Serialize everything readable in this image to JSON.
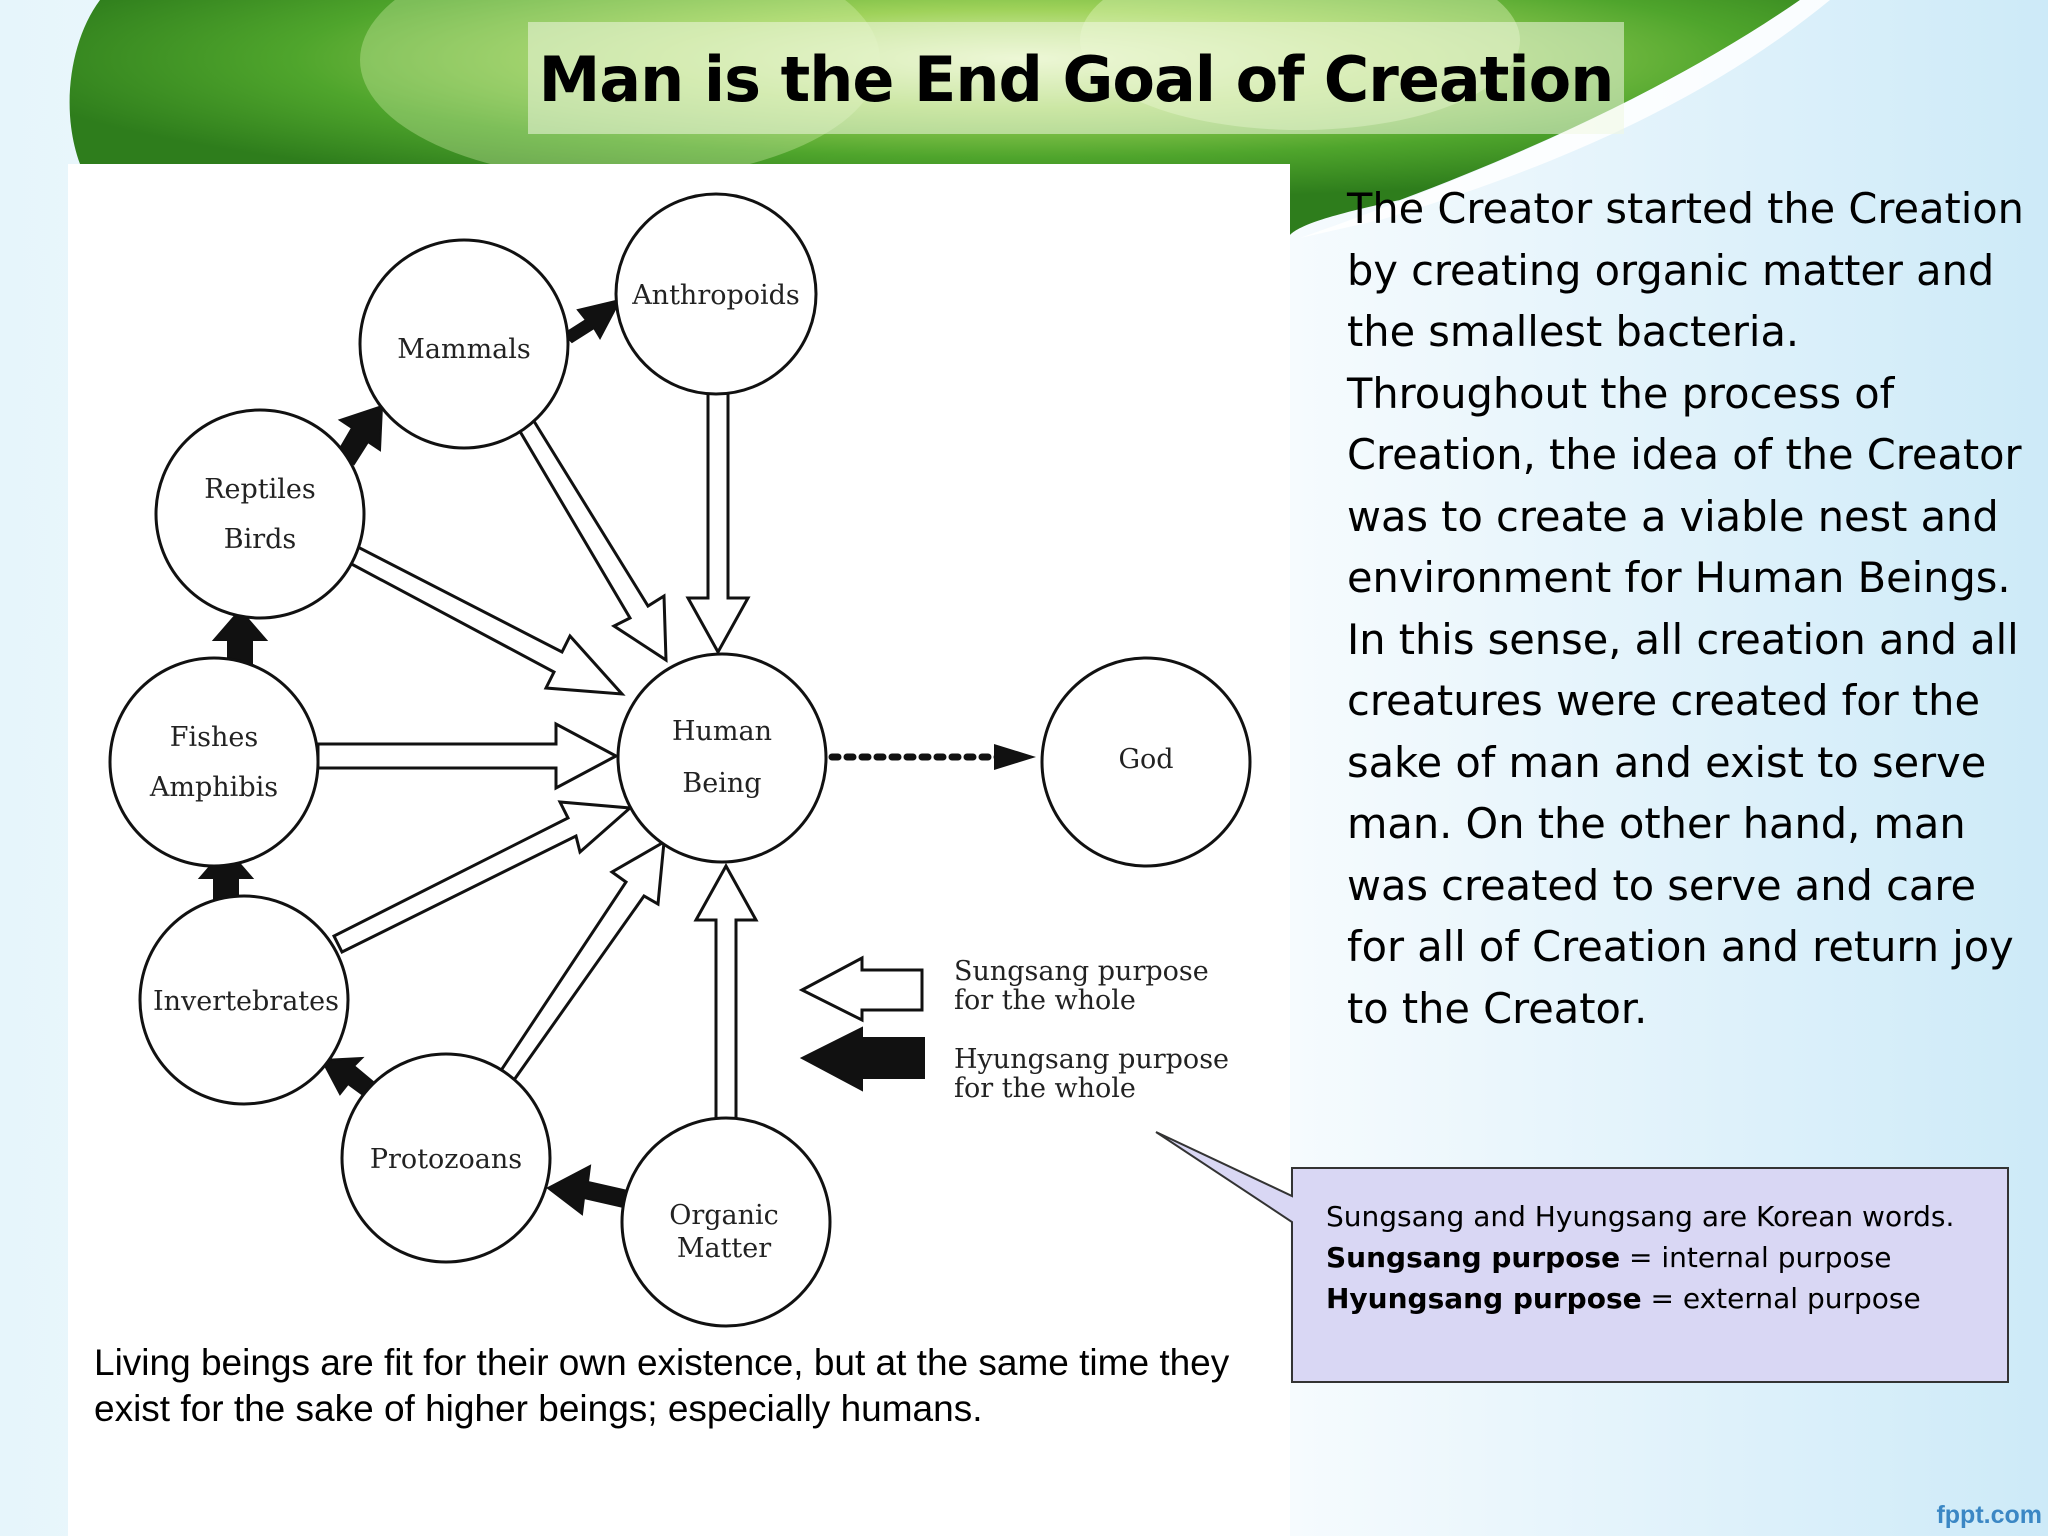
{
  "slide": {
    "title": "Man is the End Goal of Creation",
    "footer": "fppt.com"
  },
  "diagram": {
    "nodes": {
      "anthropoids": "Anthropoids",
      "mammals": "Mammals",
      "reptiles": "Reptiles",
      "birds": "Birds",
      "fishes": "Fishes",
      "amphibis": "Amphibis",
      "invertebrates": "Invertebrates",
      "protozoans": "Protozoans",
      "organic": "Organic",
      "matter": "Matter",
      "human": "Human",
      "being": "Being",
      "god": "God"
    },
    "legend": {
      "sungsang_line1": "Sungsang purpose",
      "sungsang_line2": "for the whole",
      "hyungsang_line1": "Hyungsang purpose",
      "hyungsang_line2": "for the whole"
    },
    "caption": "Living beings are fit for their own existence, but at the same time they exist for the sake of higher beings; especially humans."
  },
  "body": {
    "paragraph1": "The Creator started the Creation by creating organic matter and the smallest bacteria. Throughout the process of Creation, the idea of the Creator was to create a viable nest and  environment for Human Beings.",
    "paragraph2": "In this sense, all creation and all creatures were created for the sake of man and exist to serve man. On the other hand, man was created to serve and care for all of Creation and return joy to the Creator."
  },
  "callout": {
    "line1": "Sungsang and Hyungsang are Korean words.",
    "sungsang_term": "Sungsang purpose",
    "sungsang_def": " = internal purpose",
    "hyungsang_term": "Hyungsang purpose",
    "hyungsang_def": " = external purpose"
  },
  "colors": {
    "callout_fill": "#d9d7f4",
    "footer": "#3b87c4",
    "banner_green": "#4fa52c"
  }
}
